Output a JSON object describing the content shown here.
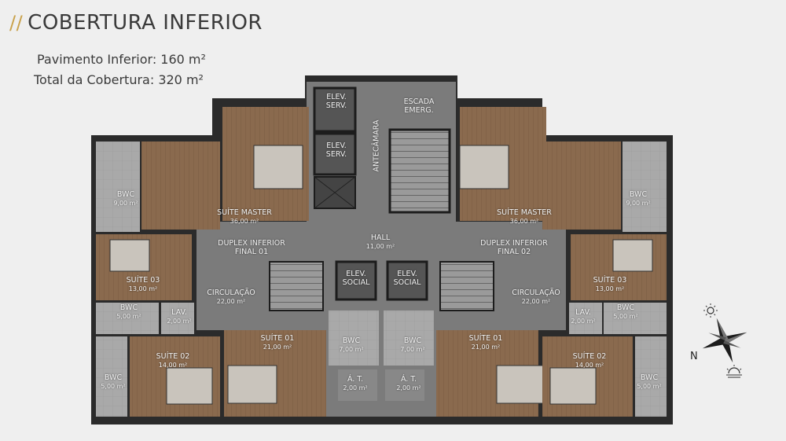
{
  "header": {
    "title": "COBERTURA INFERIOR",
    "info_lines": [
      "Pavimento Inferior: 160 m²",
      "Total da Cobertura: 320 m²"
    ]
  },
  "colors": {
    "accent": "#c9a14a",
    "wall": "#2b2b2b",
    "wood": "#8a6a4e",
    "tile": "#a7a7a7",
    "common": "#7b7b7b"
  },
  "plan": {
    "rooms": [
      {
        "id": "elev-serv-1",
        "name": "ELEV.\nSERV."
      },
      {
        "id": "elev-serv-2",
        "name": "ELEV.\nSERV."
      },
      {
        "id": "antecamara",
        "name": "ANTECÂMARA"
      },
      {
        "id": "escada-emerg",
        "name": "ESCADA\nEMERG."
      },
      {
        "id": "hall",
        "name": "HALL",
        "area": "11,00 m²"
      },
      {
        "id": "suite-master-l",
        "name": "SUÍTE MASTER",
        "area": "36,00 m²"
      },
      {
        "id": "suite-master-r",
        "name": "SUÍTE MASTER",
        "area": "36,00 m²"
      },
      {
        "id": "bwc-top-l",
        "name": "BWC",
        "area": "9,00 m²"
      },
      {
        "id": "bwc-top-r",
        "name": "BWC",
        "area": "9,00 m²"
      },
      {
        "id": "duplex-l",
        "name": "DUPLEX INFERIOR\nFINAL 01"
      },
      {
        "id": "duplex-r",
        "name": "DUPLEX INFERIOR\nFINAL 02"
      },
      {
        "id": "suite03-l",
        "name": "SUÍTE 03",
        "area": "13,00 m²"
      },
      {
        "id": "suite03-r",
        "name": "SUÍTE 03",
        "area": "13,00 m²"
      },
      {
        "id": "circ-l",
        "name": "CIRCULAÇÃO",
        "area": "22,00 m²"
      },
      {
        "id": "circ-r",
        "name": "CIRCULAÇÃO",
        "area": "22,00 m²"
      },
      {
        "id": "elev-social-1",
        "name": "ELEV.\nSOCIAL"
      },
      {
        "id": "elev-social-2",
        "name": "ELEV.\nSOCIAL"
      },
      {
        "id": "bwc-mid-l",
        "name": "BWC",
        "area": "5,00 m²"
      },
      {
        "id": "bwc-mid-r",
        "name": "BWC",
        "area": "5,00 m²"
      },
      {
        "id": "lav-l",
        "name": "LAV.",
        "area": "2,00 m²"
      },
      {
        "id": "lav-r",
        "name": "LAV.",
        "area": "2,00 m²"
      },
      {
        "id": "suite01-l",
        "name": "SUÍTE 01",
        "area": "21,00 m²"
      },
      {
        "id": "suite01-r",
        "name": "SUÍTE 01",
        "area": "21,00 m²"
      },
      {
        "id": "bwc-c-l",
        "name": "BWC",
        "area": "7,00 m²"
      },
      {
        "id": "bwc-c-r",
        "name": "BWC",
        "area": "7,00 m²"
      },
      {
        "id": "suite02-l",
        "name": "SUÍTE 02",
        "area": "14,00 m²"
      },
      {
        "id": "suite02-r",
        "name": "SUÍTE 02",
        "area": "14,00 m²"
      },
      {
        "id": "bwc-bot-l",
        "name": "BWC",
        "area": "5,00 m²"
      },
      {
        "id": "bwc-bot-r",
        "name": "BWC",
        "area": "5,00 m²"
      },
      {
        "id": "at-l",
        "name": "Á. T.",
        "area": "2,00 m²"
      },
      {
        "id": "at-r",
        "name": "Á. T.",
        "area": "2,00 m²"
      }
    ]
  },
  "compass": {
    "north_label": "N",
    "icons": [
      "sun-icon",
      "sunset-icon",
      "compass-rose-icon"
    ]
  }
}
